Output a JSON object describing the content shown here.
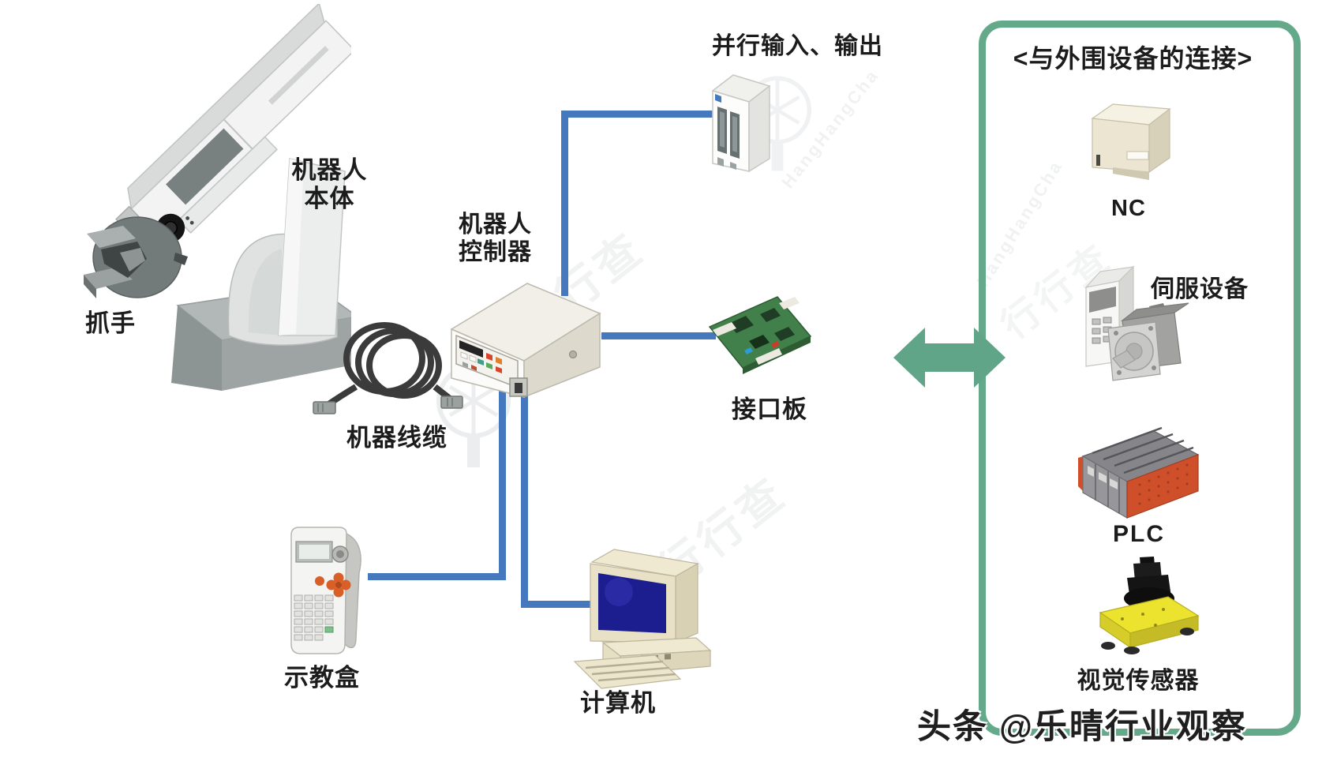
{
  "colors": {
    "wire_blue": "#4678bd",
    "panel_green": "#65a98b",
    "arrow_green": "#61a588",
    "pcb_green": "#41804a",
    "plc_orange": "#cf4f2b",
    "sensor_yellow": "#ece32f",
    "screen_blue": "#1c1d8e",
    "label_text": "#1c1c1c"
  },
  "diagram": {
    "robot_label_line1": "机器人",
    "robot_label_line2": "本体",
    "gripper_label": "抓手",
    "cable_label": "机器线缆",
    "controller_label_line1": "机器人",
    "controller_label_line2": "控制器",
    "parallel_io_label": "并行输入、输出",
    "interface_board_label": "接口板",
    "pendant_label": "示教盒",
    "computer_label": "计算机"
  },
  "peripheral_panel": {
    "title": "<与外围设备的连接>",
    "items": [
      {
        "id": "nc",
        "label": "NC"
      },
      {
        "id": "servo",
        "label": "伺服设备"
      },
      {
        "id": "plc",
        "label": "PLC"
      },
      {
        "id": "vision-sensor",
        "label": "视觉传感器"
      }
    ]
  },
  "watermark": {
    "byline": "头条 @乐晴行业观察",
    "stamp_text": "行行查",
    "stamp_text_en": "HangHangCha"
  }
}
